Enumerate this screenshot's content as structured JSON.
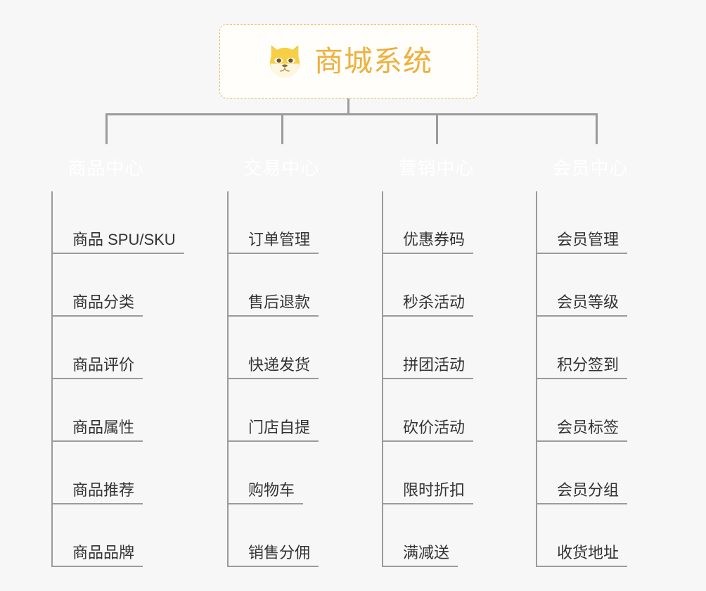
{
  "background_color": "#f7f7f7",
  "root": {
    "title": "商城系统",
    "icon": "shiba-dog-face-icon",
    "text_color": "#eeb03c",
    "border_color": "#e8b95a",
    "background_color": "#fffefb"
  },
  "connector_color": "#9b9b9b",
  "columns": [
    {
      "title": "商品中心",
      "color": "#4a89ef",
      "items": [
        "商品 SPU/SKU",
        "商品分类",
        "商品评价",
        "商品属性",
        "商品推荐",
        "商品品牌"
      ]
    },
    {
      "title": "交易中心",
      "color": "#e85d5a",
      "items": [
        "订单管理",
        "售后退款",
        "快递发货",
        "门店自提",
        "购物车",
        "销售分佣"
      ]
    },
    {
      "title": "营销中心",
      "color": "#efad40",
      "items": [
        "优惠券码",
        "秒杀活动",
        "拼团活动",
        "砍价活动",
        "限时折扣",
        "满减送"
      ]
    },
    {
      "title": "会员中心",
      "color": "#73c23f",
      "items": [
        "会员管理",
        "会员等级",
        "积分签到",
        "会员标签",
        "会员分组",
        "收货地址"
      ]
    }
  ]
}
